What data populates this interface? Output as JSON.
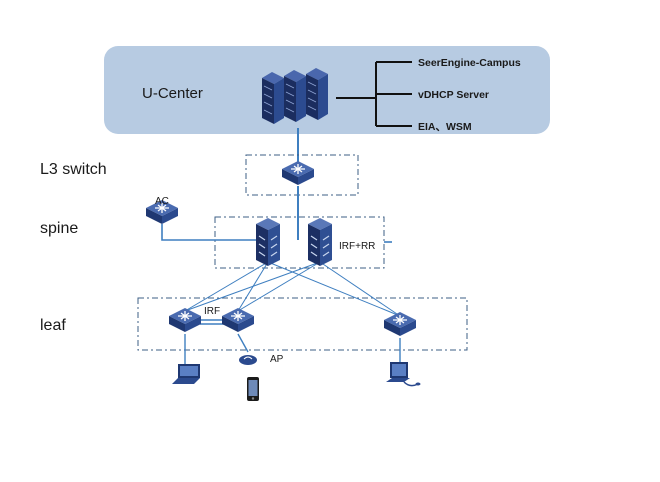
{
  "uc": {
    "title": "U-Center",
    "services": [
      "SeerEngine-Campus",
      "vDHCP Server",
      "EIA、WSM"
    ]
  },
  "layers": {
    "l3": "L3 switch",
    "spine": "spine",
    "leaf": "leaf"
  },
  "nodes": {
    "ac": "AC",
    "irf_rr": "IRF+RR",
    "irf": "IRF",
    "ap": "AP"
  },
  "colors": {
    "ucenter_bg": "#b7cbe2",
    "device_blue": "#2b4a8e",
    "device_dark": "#16295a",
    "link": "#3f7fc0",
    "dash": "#3d5f86"
  },
  "icons": [
    "server-rack-icon",
    "switch-icon",
    "core-switch-icon",
    "ap-icon",
    "laptop-icon",
    "phone-icon",
    "desktop-icon"
  ]
}
